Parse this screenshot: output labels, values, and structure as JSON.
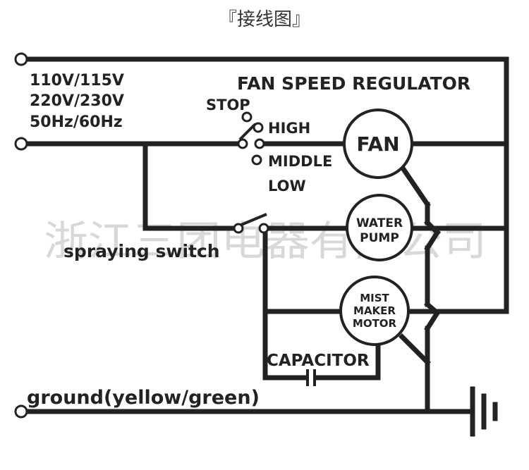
{
  "title": "『接线图』",
  "supply": {
    "line1": "110V/115V",
    "line2": "220V/230V",
    "line3": "50Hz/60Hz"
  },
  "regulator_label": "FAN SPEED REGULATOR",
  "switch_positions": {
    "stop": "STOP",
    "high": "HIGH",
    "middle": "MIDDLE",
    "low": "LOW"
  },
  "fan_motor": "FAN",
  "water_pump": {
    "line1": "WATER",
    "line2": "PUMP"
  },
  "mist_motor": {
    "line1": "MIST",
    "line2": "MAKER",
    "line3": "MOTOR"
  },
  "capacitor_label": "CAPACITOR",
  "spraying_switch_label": "spraying switch",
  "ground_label": "ground(yellow/green)",
  "watermark": "浙江三团电器有限公司",
  "colors": {
    "wire": "#222222",
    "background": "#ffffff",
    "watermark": "#d8d8d8"
  }
}
